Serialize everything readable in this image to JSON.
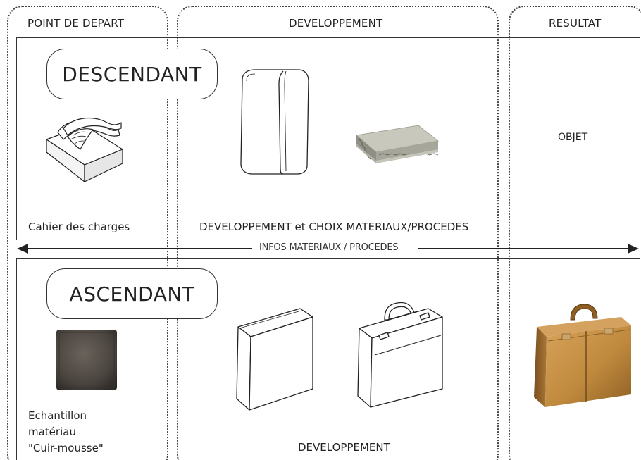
{
  "columns": {
    "depart": "POINT DE DEPART",
    "development": "DEVELOPPEMENT",
    "result": "RESULTAT"
  },
  "top_section": {
    "pill": "DESCENDANT",
    "left_caption": "Cahier des charges",
    "center_caption": "DEVELOPPEMENT et CHOIX MATERIAUX/PROCEDES",
    "right_caption": "OBJET"
  },
  "arrow": {
    "label": "INFOS MATERIAUX / PROCEDES"
  },
  "bottom_section": {
    "pill": "ASCENDANT",
    "left_caption_line1": "Echantillon",
    "left_caption_line2": "matériau",
    "left_caption_line3": "\"Cuir-mousse\"",
    "center_caption": "DEVELOPPEMENT"
  },
  "icons": {
    "document_stack": "document-stack-icon",
    "rounded_block": "rounded-block-sketch",
    "honeycomb_panel": "honeycomb-panel-photo",
    "leather_swatch": "leather-swatch-photo",
    "flat_box": "flat-box-sketch",
    "briefcase_sketch": "briefcase-sketch",
    "briefcase_photo": "leather-briefcase-photo"
  },
  "colors": {
    "ink": "#222222",
    "leather_dark": "#4a443f",
    "briefcase_tan": "#c08a3e",
    "panel_grey": "#b9b9ad"
  }
}
